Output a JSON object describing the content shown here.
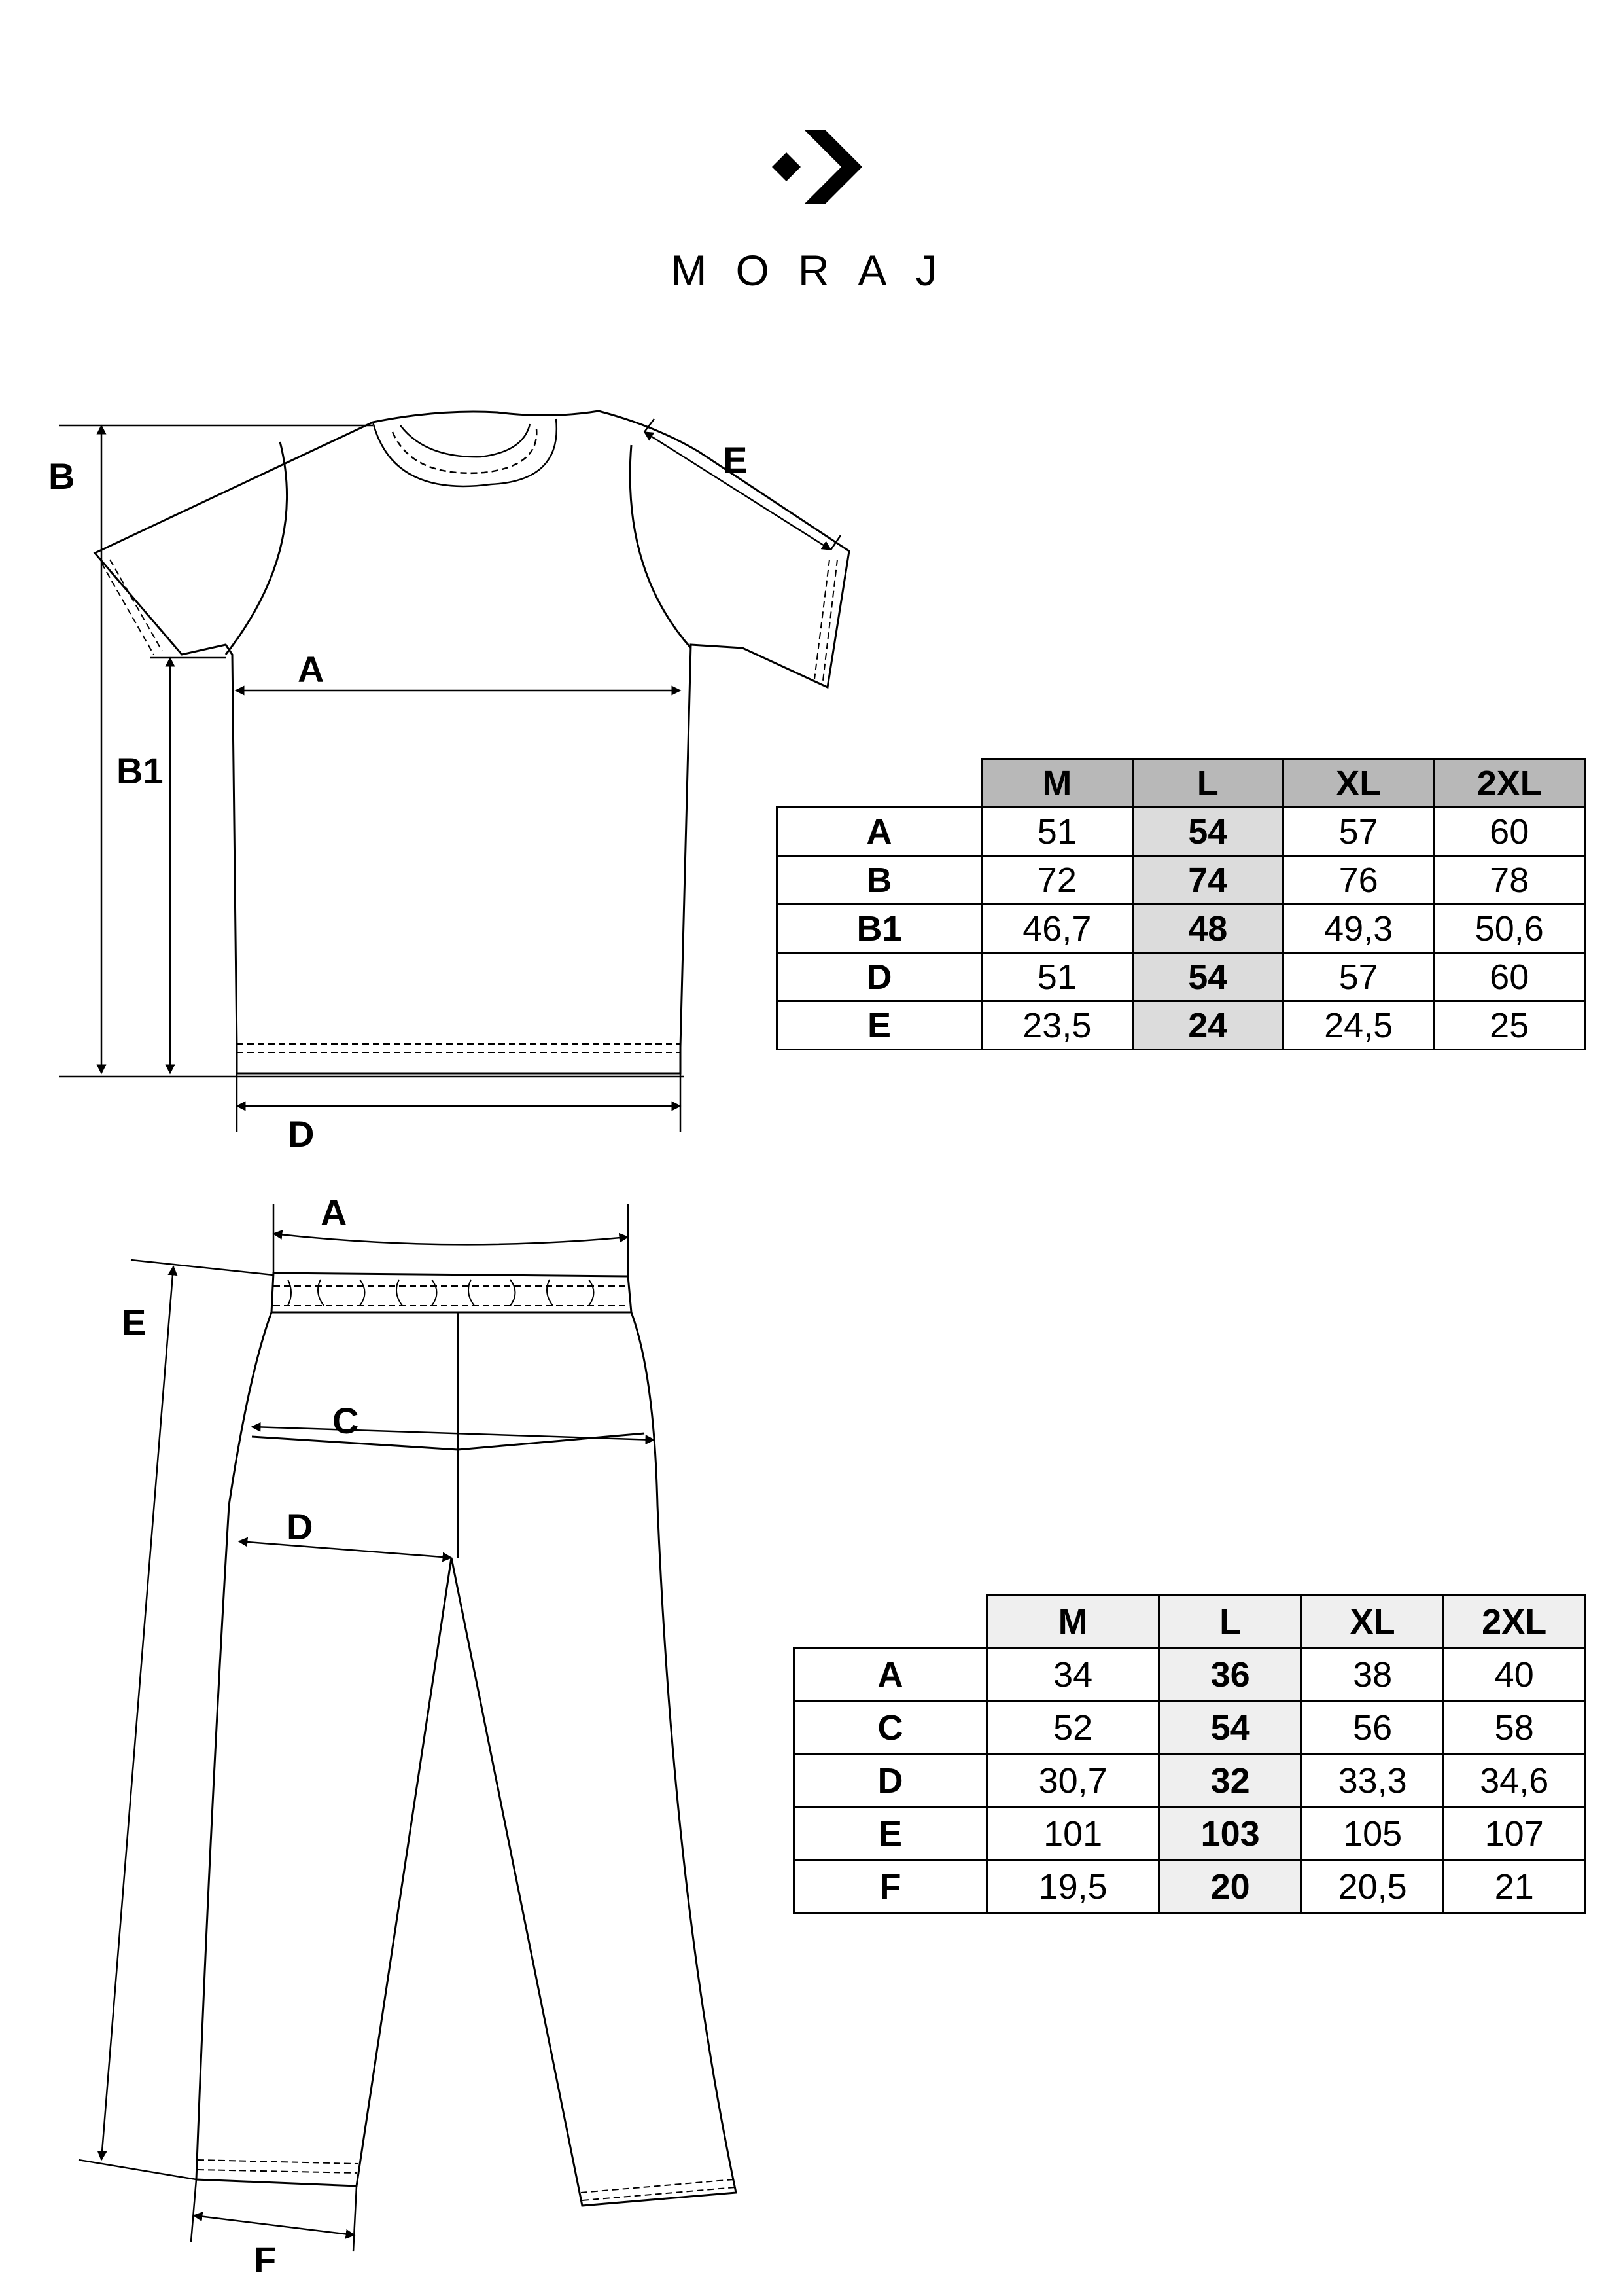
{
  "brand": {
    "name": "MORAJ"
  },
  "top_diagram": {
    "labels": {
      "a": "A",
      "b": "B",
      "b1": "B1",
      "d": "D",
      "e": "E"
    }
  },
  "top_table": {
    "sizes": [
      "M",
      "L",
      "XL",
      "2XL"
    ],
    "highlight_column": "L",
    "rows": [
      {
        "label": "A",
        "values": [
          "51",
          "54",
          "57",
          "60"
        ]
      },
      {
        "label": "B",
        "values": [
          "72",
          "74",
          "76",
          "78"
        ]
      },
      {
        "label": "B1",
        "values": [
          "46,7",
          "48",
          "49,3",
          "50,6"
        ]
      },
      {
        "label": "D",
        "values": [
          "51",
          "54",
          "57",
          "60"
        ]
      },
      {
        "label": "E",
        "values": [
          "23,5",
          "24",
          "24,5",
          "25"
        ]
      }
    ]
  },
  "bottom_diagram": {
    "labels": {
      "a": "A",
      "c": "C",
      "d": "D",
      "e": "E",
      "f": "F"
    }
  },
  "bottom_table": {
    "sizes": [
      "M",
      "L",
      "XL",
      "2XL"
    ],
    "highlight_column": "L",
    "rows": [
      {
        "label": "A",
        "values": [
          "34",
          "36",
          "38",
          "40"
        ]
      },
      {
        "label": "C",
        "values": [
          "52",
          "54",
          "56",
          "58"
        ]
      },
      {
        "label": "D",
        "values": [
          "30,7",
          "32",
          "33,3",
          "34,6"
        ]
      },
      {
        "label": "E",
        "values": [
          "101",
          "103",
          "105",
          "107"
        ]
      },
      {
        "label": "F",
        "values": [
          "19,5",
          "20",
          "20,5",
          "21"
        ]
      }
    ]
  }
}
